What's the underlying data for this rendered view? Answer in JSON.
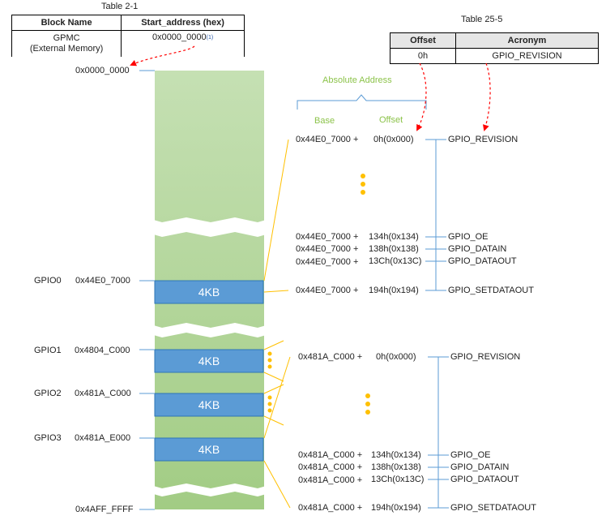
{
  "table_2_1": {
    "caption": "Table 2-1",
    "headers": [
      "Block Name",
      "Start_address (hex)"
    ],
    "row": {
      "block_line1": "GPMC",
      "block_line2": "(External Memory)",
      "address": "0x0000_0000",
      "footnote": "(1)"
    }
  },
  "table_25_5": {
    "caption": "Table 25-5",
    "headers": [
      "Offset",
      "Acronym"
    ],
    "row": {
      "offset": "0h",
      "acronym": "GPIO_REVISION"
    }
  },
  "absolute_address": {
    "title": "Absolute Address",
    "base": "Base",
    "offset": "Offset"
  },
  "memory_map": {
    "top_address": "0x0000_0000",
    "bottom_address": "0x4AFF_FFFF",
    "block_size_label": "4KB",
    "modules": [
      {
        "name": "GPIO0",
        "address": "0x44E0_7000"
      },
      {
        "name": "GPIO1",
        "address": "0x4804_C000"
      },
      {
        "name": "GPIO2",
        "address": "0x481A_C000"
      },
      {
        "name": "GPIO3",
        "address": "0x481A_E000"
      }
    ]
  },
  "register_groups": [
    {
      "base": "0x44E0_7000",
      "registers": [
        {
          "base": "0x44E0_7000 +",
          "offset": "0h(0x000)",
          "acronym": "GPIO_REVISION"
        },
        {
          "base": "0x44E0_7000 +",
          "offset": "134h(0x134)",
          "acronym": "GPIO_OE"
        },
        {
          "base": "0x44E0_7000 +",
          "offset": "138h(0x138)",
          "acronym": "GPIO_DATAIN"
        },
        {
          "base": "0x44E0_7000 +",
          "offset": "13Ch(0x13C)",
          "acronym": "GPIO_DATAOUT"
        },
        {
          "base": "0x44E0_7000 +",
          "offset": "194h(0x194)",
          "acronym": "GPIO_SETDATAOUT"
        }
      ]
    },
    {
      "base": "0x481A_C000",
      "registers": [
        {
          "base": "0x481A_C000 +",
          "offset": "0h(0x000)",
          "acronym": "GPIO_REVISION"
        },
        {
          "base": "0x481A_C000 +",
          "offset": "134h(0x134)",
          "acronym": "GPIO_OE"
        },
        {
          "base": "0x481A_C000 +",
          "offset": "138h(0x138)",
          "acronym": "GPIO_DATAIN"
        },
        {
          "base": "0x481A_C000 +",
          "offset": "13Ch(0x13C)",
          "acronym": "GPIO_DATAOUT"
        },
        {
          "base": "0x481A_C000 +",
          "offset": "194h(0x194)",
          "acronym": "GPIO_SETDATAOUT"
        }
      ]
    }
  ],
  "colors": {
    "memory_green": "#a9d18e",
    "block_blue": "#5b9bd5",
    "block_border": "#2e75b6",
    "leader_yellow": "#ffc000",
    "bracket_blue": "#5b9bd5",
    "arrow_red": "#ff0000",
    "label_green": "#8cc34a"
  }
}
